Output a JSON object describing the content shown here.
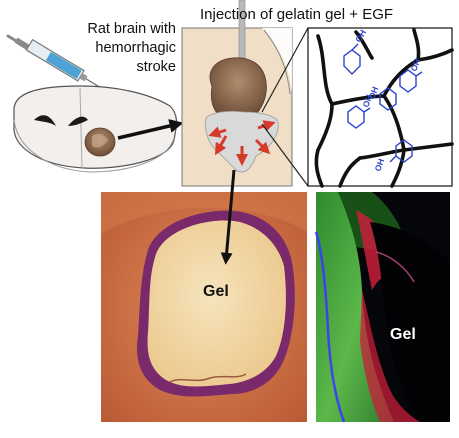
{
  "figure": {
    "title": "Injection of gelatin gel + EGF",
    "rat_label_lines": [
      "Rat brain with",
      "hemorrhagic",
      "stroke"
    ],
    "gel_label_left": "Gel",
    "gel_label_right": "Gel",
    "oh_labels": [
      "OH",
      "OH",
      "OH",
      "OH",
      "OH"
    ]
  },
  "colors": {
    "arrow": "#d63a2a",
    "benzene": "#2a43c9",
    "network": "#111111",
    "injection_panel_bg": "#f0dfc6",
    "lesion": "#8a6a52",
    "gel": "#d9d9d9",
    "histology_tissue": "#c8643a",
    "histology_gel": "#f1d8a6",
    "histology_border": "#7a2a6a",
    "fluor_green": "#3fa33a",
    "fluor_red": "#c81e3a",
    "fluor_blue": "#3a3aff"
  },
  "icons": {
    "syringe": "syringe-icon",
    "rat_brain": "rat-brain-slice-icon"
  }
}
